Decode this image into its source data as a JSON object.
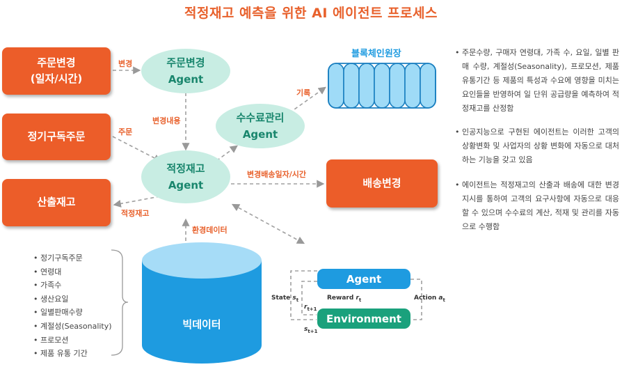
{
  "title": "적정재고 예측을 위한 AI 에이전트 프로세스",
  "sources": {
    "order_change": "주문변경\n(일자/시간)",
    "subscription": "정기구독주문",
    "calc_stock": "산출재고"
  },
  "agents": {
    "order_change_agent": {
      "name": "주문변경",
      "sub": "Agent"
    },
    "supply_agent": {
      "name": "수수료관리",
      "sub": "Agent"
    },
    "stock_agent": {
      "name": "적정재고",
      "sub": "Agent"
    }
  },
  "blockchain_label": "블록체인원장",
  "delivery_change": "배송변경",
  "big_data": "빅데이터",
  "edge_labels": {
    "change": "변경",
    "order": "주문",
    "change_content": "변경내용",
    "record": "기록",
    "delivery_datetime": "변경배송일자/시간",
    "proper_stock": "적정재고",
    "env_data": "환경데이터"
  },
  "big_data_items": [
    "정기구독주문",
    "연령대",
    "가족수",
    "생산요일",
    "일별판매수량",
    "계절성(Seasonality)",
    "프로모션",
    "제품 유통 기간"
  ],
  "rl": {
    "agent": "Agent",
    "environment": "Environment",
    "state": "State",
    "state_sub": "t",
    "reward": "Reward",
    "reward_sub": "t",
    "action": "Action",
    "action_sub": "t",
    "r_next": "r",
    "r_next_sub": "t+1",
    "s_next": "s",
    "s_next_sub": "t+1"
  },
  "bullets": [
    "주문수량, 구매자 연령대, 가족 수, 요일, 일별 판매 수량, 계절성(Seasonality), 프로모션, 제품유통기간 등 제품의 특성과 수요에 영향을 미치는 요인들을 반영하여 일 단위 공급량을 예측하여 적정재고를 산정함",
    "인공지능으로 구현된 에이전트는 이러한 고객의 상황변화 및 사업자의 상황 변화에 자동으로 대처하는 기능을 갖고 있음",
    "에이전트는 적정재고의 산출과 배송에 대한 변경 지시를 통하여 고객의 요구사항에 자동으로 대응할 수 있으며 수수료의 계산, 적재 및 관리를 자동으로 수행함"
  ],
  "colors": {
    "orange": "#ec5d29",
    "mint": "#c8ede3",
    "teal_text": "#19866d",
    "blue": "#1e9be0",
    "light_blue": "#a6dcf7",
    "green": "#1aa17c"
  }
}
